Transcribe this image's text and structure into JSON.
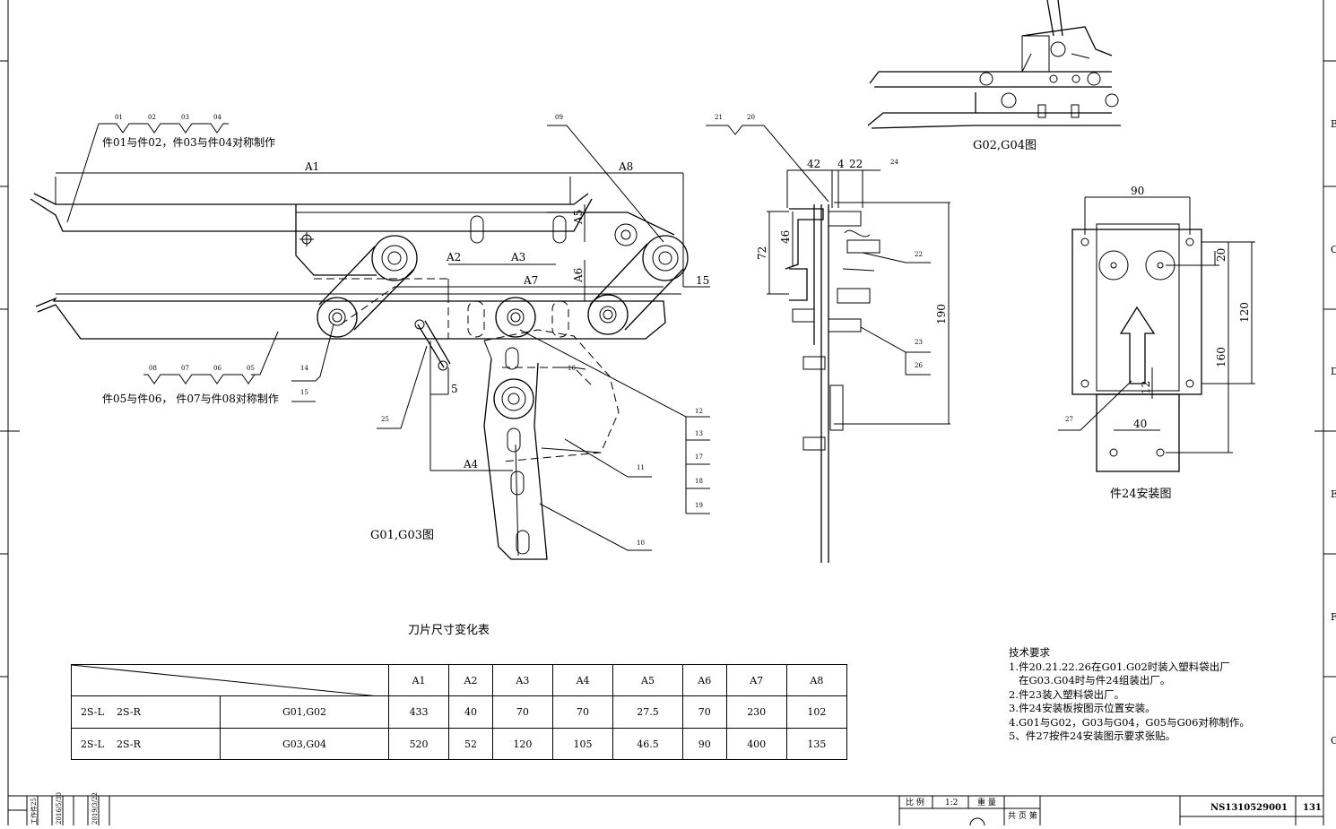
{
  "border_letters": [
    "B",
    "C",
    "D",
    "E",
    "F",
    "G"
  ],
  "view_titles": {
    "g01_g03": "G01,G03图",
    "g02_g04": "G02,G04图",
    "part24": "件24安装图",
    "table_title": "刀片尺寸变化表"
  },
  "notes_top": {
    "sym1": "件01与件02，件03与件04对称制作",
    "sym2": "件05与件06， 件07与件08对称制作"
  },
  "part_numbers": {
    "p01": "01",
    "p02": "02",
    "p03": "03",
    "p04": "04",
    "p05": "05",
    "p06": "06",
    "p07": "07",
    "p08": "08",
    "p09": "09",
    "p10": "10",
    "p11": "11",
    "p12": "12",
    "p13": "13",
    "p14": "14",
    "p15": "15",
    "p16": "16",
    "p17": "17",
    "p18": "18",
    "p19": "19",
    "p20": "20",
    "p21": "21",
    "p22": "22",
    "p23": "23",
    "p24": "24",
    "p25": "25",
    "p26": "26",
    "p27": "27"
  },
  "dim_labels": {
    "A1": "A1",
    "A2": "A2",
    "A3": "A3",
    "A4": "A4",
    "A5": "A5",
    "A6": "A6",
    "A7": "A7",
    "A8": "A8",
    "d15": "15",
    "d5": "5",
    "d42": "42",
    "d4": "4",
    "d22": "22",
    "d72": "72",
    "d46": "46",
    "d190": "190",
    "d90": "90",
    "d20": "20",
    "d120": "120",
    "d160": "160",
    "d12": "12",
    "d40": "40"
  },
  "dimension_table": {
    "headers": [
      "A1",
      "A2",
      "A3",
      "A4",
      "A5",
      "A6",
      "A7",
      "A8"
    ],
    "rows": [
      {
        "model": "2S-L    2S-R",
        "group": "G01,G02",
        "values": [
          "433",
          "40",
          "70",
          "70",
          "27.5",
          "70",
          "230",
          "102"
        ]
      },
      {
        "model": "2S-L    2S-R",
        "group": "G03,G04",
        "values": [
          "520",
          "52",
          "120",
          "105",
          "46.5",
          "90",
          "400",
          "135"
        ]
      }
    ]
  },
  "technical_requirements": {
    "title": "技术要求",
    "items": [
      "1.件20.21.22.26在G01.G02时装入塑料袋出厂",
      "   在G03.G04时与件24组装出厂。",
      "2.件23装入塑料袋出厂。",
      "3.件24安装板按图示位置安装。",
      "4.G01与G02，G03与G04，G05与G06对称制作。",
      "5、件27按件24安装图示要求张贴。"
    ]
  },
  "title_block": {
    "scale_label": "比 例",
    "scale_value": "1:2",
    "weight_label": "重 量",
    "sheet_label": "共 页 第",
    "drawing_number": "NS1310529001",
    "sheet_number": "131"
  },
  "revision_strip": {
    "rev1": "工作件25",
    "date1": "2016/5/30",
    "date2": "2019/3/22"
  }
}
